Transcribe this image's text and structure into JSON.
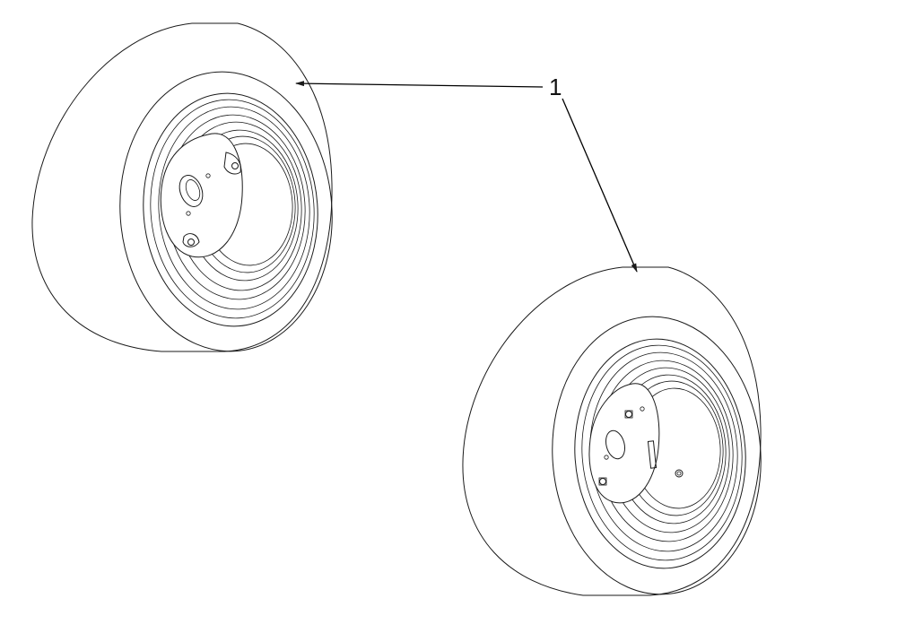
{
  "diagram": {
    "callout": {
      "label": "1",
      "targets": [
        "wheel-assembly-left",
        "wheel-assembly-right"
      ]
    },
    "footer": "",
    "colors": {
      "line": "#1a1a1a",
      "background": "#ffffff"
    }
  }
}
